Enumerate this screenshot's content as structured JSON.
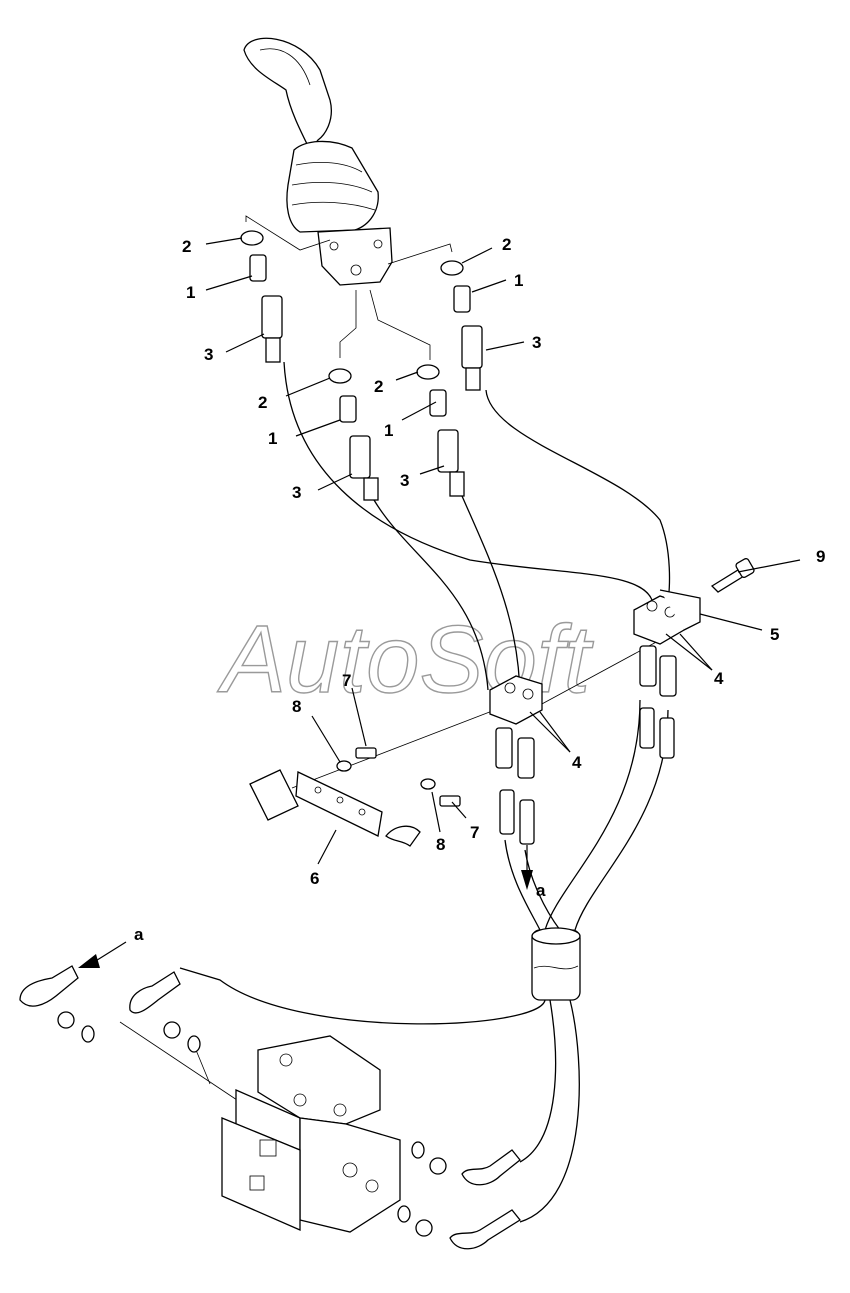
{
  "watermark": "AutoSoft",
  "callouts": [
    {
      "id": "c-2-a",
      "text": "2"
    },
    {
      "id": "c-1-a",
      "text": "1"
    },
    {
      "id": "c-3-a",
      "text": "3"
    },
    {
      "id": "c-2-b",
      "text": "2"
    },
    {
      "id": "c-1-b",
      "text": "1"
    },
    {
      "id": "c-3-b",
      "text": "3"
    },
    {
      "id": "c-2-c",
      "text": "2"
    },
    {
      "id": "c-1-c",
      "text": "1"
    },
    {
      "id": "c-3-c",
      "text": "3"
    },
    {
      "id": "c-2-d",
      "text": "2"
    },
    {
      "id": "c-1-d",
      "text": "1"
    },
    {
      "id": "c-3-d",
      "text": "3"
    },
    {
      "id": "c-9",
      "text": "9"
    },
    {
      "id": "c-5",
      "text": "5"
    },
    {
      "id": "c-4-a",
      "text": "4"
    },
    {
      "id": "c-4-b",
      "text": "4"
    },
    {
      "id": "c-7-a",
      "text": "7"
    },
    {
      "id": "c-8-a",
      "text": "8"
    },
    {
      "id": "c-8-b",
      "text": "8"
    },
    {
      "id": "c-7-b",
      "text": "7"
    },
    {
      "id": "c-6",
      "text": "6"
    },
    {
      "id": "c-a-a",
      "text": "a"
    },
    {
      "id": "c-a-b",
      "text": "a"
    }
  ]
}
